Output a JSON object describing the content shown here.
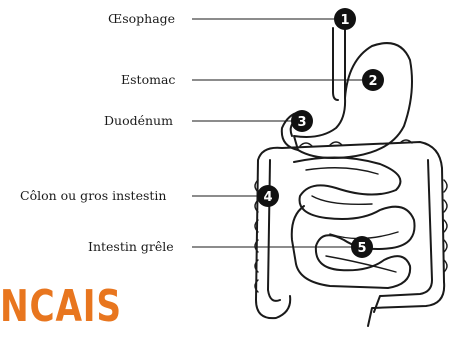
{
  "labels": [
    {
      "id": "oesophage",
      "text": "Œsophage",
      "number": "1"
    },
    {
      "id": "estomac",
      "text": "Estomac",
      "number": "2"
    },
    {
      "id": "duodenum",
      "text": "Duodénum",
      "number": "3"
    },
    {
      "id": "colon",
      "text": "Côlon ou gros instestin",
      "number": "4"
    },
    {
      "id": "intestin-grele",
      "text": "Intestin grêle",
      "number": "5"
    }
  ],
  "banner": {
    "text": "NCAIS",
    "color": "#e8761f"
  }
}
